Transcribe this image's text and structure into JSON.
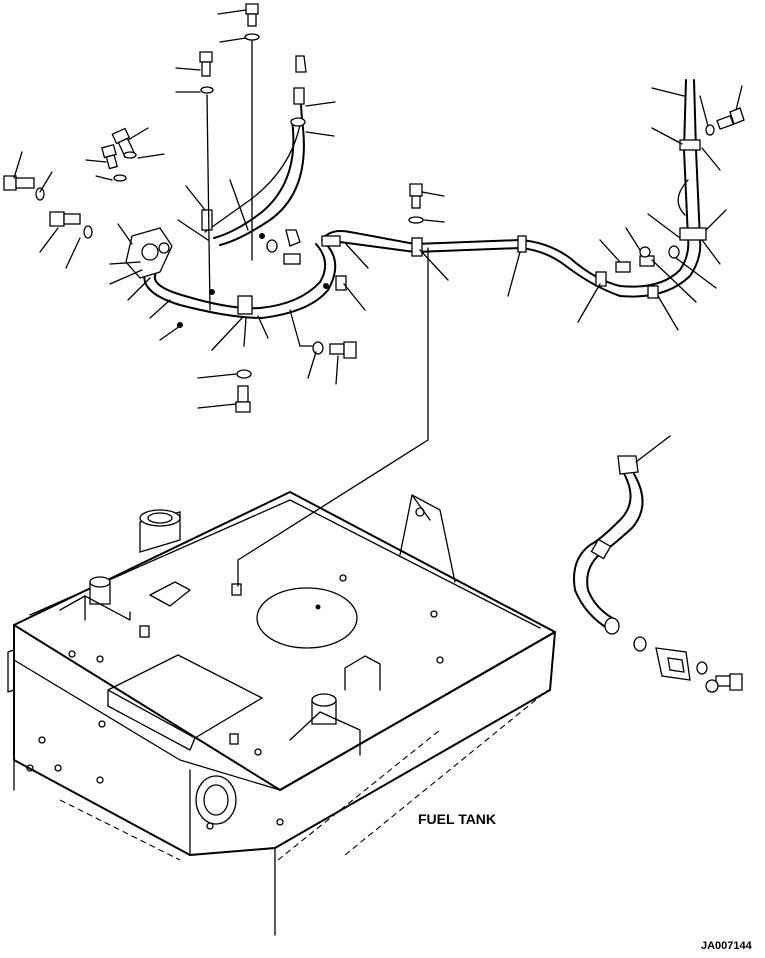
{
  "diagram": {
    "tank_label": "FUEL TANK",
    "drawing_id": "JA007144",
    "parts": [
      "fuel-tank",
      "fuel-hose-assembly",
      "return-hose",
      "bolt",
      "washer",
      "clamp",
      "elbow-fitting",
      "drain-hose",
      "drain-valve"
    ]
  }
}
